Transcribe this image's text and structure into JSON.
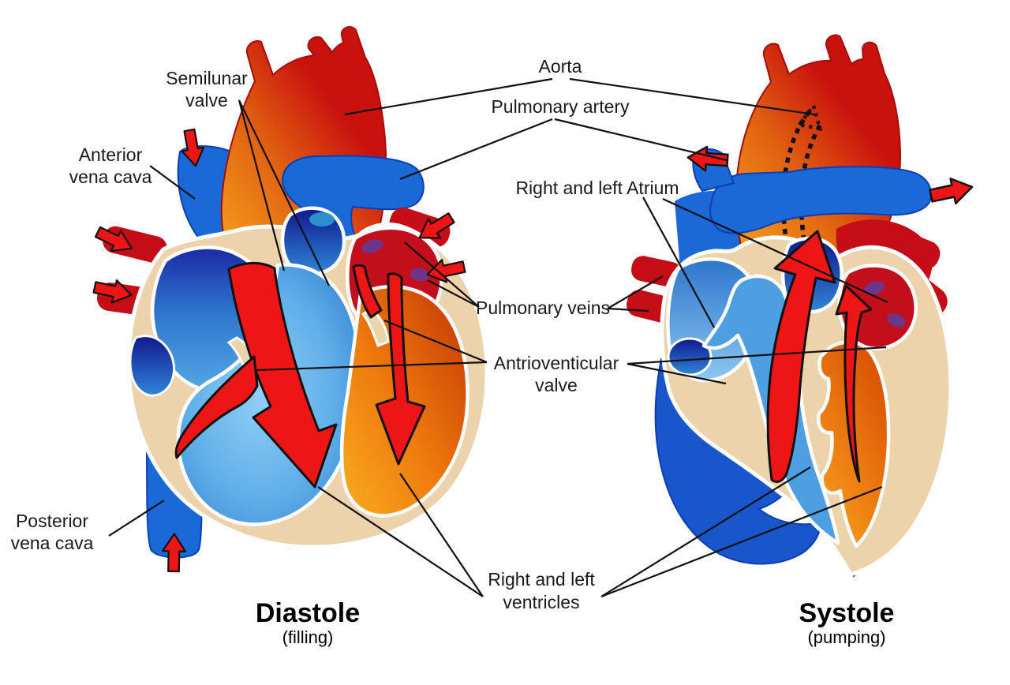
{
  "labels": {
    "semilunar_valve_line1": "Semilunar",
    "semilunar_valve_line2": "valve",
    "aorta": "Aorta",
    "pulmonary_artery": "Pulmonary artery",
    "anterior_vena_cava_line1": "Anterior",
    "anterior_vena_cava_line2": "vena cava",
    "right_left_atrium": "Right and left Atrium",
    "pulmonary_veins": "Pulmonary veins",
    "antrioventicular_valve_line1": "Antrioventicular",
    "antrioventicular_valve_line2": "valve",
    "posterior_vena_cava_line1": "Posterior",
    "posterior_vena_cava_line2": "vena cava",
    "right_left_ventricles_line1": "Right and left",
    "right_left_ventricles_line2": "ventricles"
  },
  "phases": {
    "diastole_title": "Diastole",
    "diastole_subtitle": "(filling)",
    "systole_title": "Systole",
    "systole_subtitle": "(pumping)"
  },
  "colors": {
    "background": "#FFFFFF",
    "aorta_red": "#C9120E",
    "aorta_orange": "#F7A71F",
    "vessel_blue": "#1B69D6",
    "dark_navy": "#10188F",
    "ventricle_light_blue": "#8ECDF4",
    "ventricle_orange": "#F9A620",
    "atrium_dark_red": "#C30E1C",
    "vein_stub_red": "#C50D18",
    "heart_wall_tan": "#ECD3AC",
    "flow_arrow_red": "#ED1515",
    "label_text": "#1A1A1A"
  }
}
